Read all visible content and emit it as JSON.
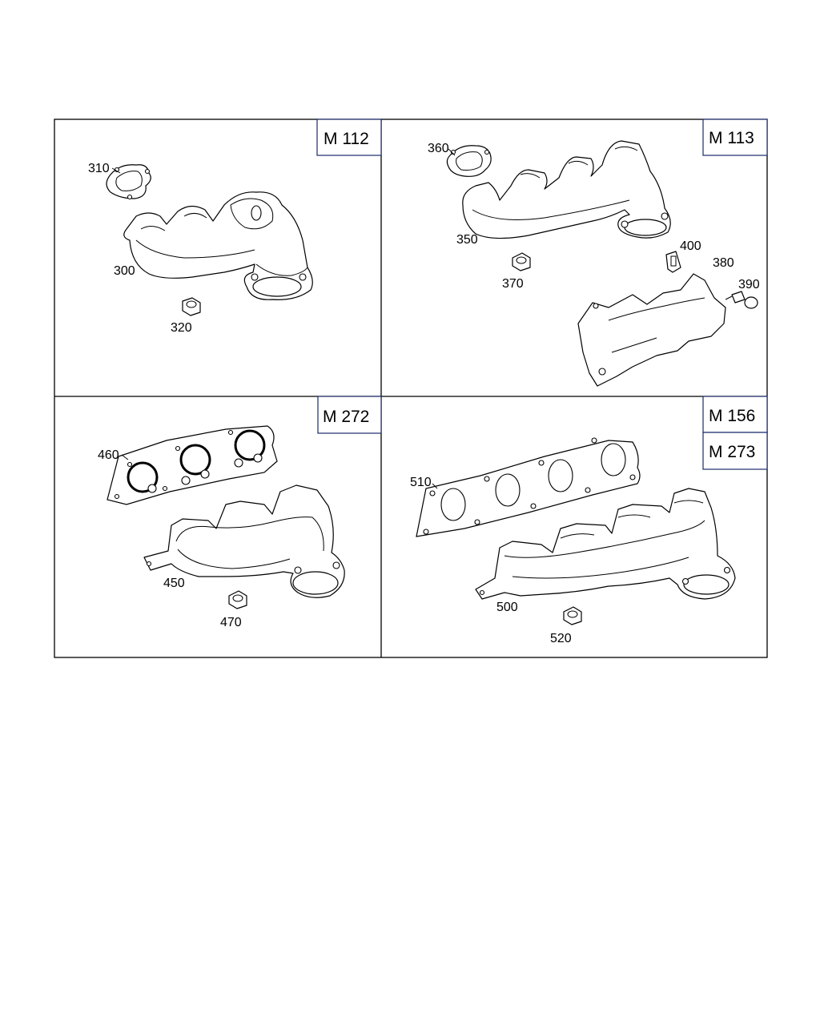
{
  "panels": {
    "top_left": {
      "engine_codes": [
        "M 112"
      ],
      "callouts": {
        "manifold": "300",
        "gasket": "310",
        "nut": "320"
      }
    },
    "top_right": {
      "engine_codes": [
        "M 113"
      ],
      "callouts": {
        "manifold": "350",
        "gasket": "360",
        "nut": "370",
        "heat_shield": "380",
        "bolt": "390",
        "clip": "400"
      }
    },
    "bottom_left": {
      "engine_codes": [
        "M 272"
      ],
      "callouts": {
        "manifold": "450",
        "gasket": "460",
        "nut": "470"
      }
    },
    "bottom_right": {
      "engine_codes": [
        "M 156",
        "M 273"
      ],
      "callouts": {
        "manifold": "500",
        "gasket": "510",
        "nut": "520"
      }
    }
  },
  "colors": {
    "line": "#000000",
    "tag_border": "#1a2a6c",
    "background": "#ffffff"
  }
}
